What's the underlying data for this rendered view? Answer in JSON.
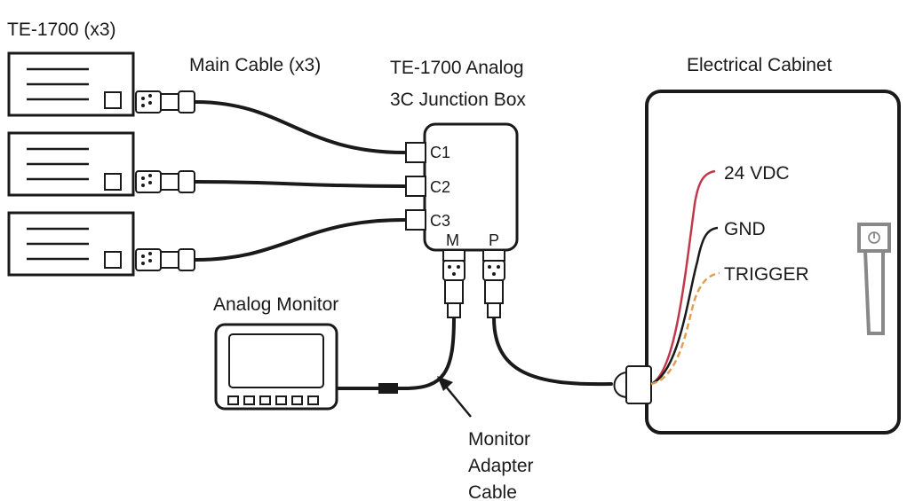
{
  "labels": {
    "devices": "TE-1700 (x3)",
    "main_cable": "Main Cable (x3)",
    "junction_title_line1": "TE-1700 Analog",
    "junction_title_line2": "3C Junction Box",
    "cabinet": "Electrical Cabinet",
    "monitor": "Analog Monitor",
    "adapter_line1": "Monitor",
    "adapter_line2": "Adapter",
    "adapter_line3": "Cable"
  },
  "ports": {
    "c1": "C1",
    "c2": "C2",
    "c3": "C3",
    "m": "M",
    "p": "P"
  },
  "wires": {
    "vdc": "24 VDC",
    "gnd": "GND",
    "trigger": "TRIGGER"
  },
  "colors": {
    "vdc_wire": "#c0394a",
    "gnd_wire": "#1a1a1a",
    "trigger_wire": "#e0a050",
    "switch": "#888888"
  },
  "icons": {
    "connector": "round-pin-connector-icon",
    "switch": "power-switch-icon"
  }
}
